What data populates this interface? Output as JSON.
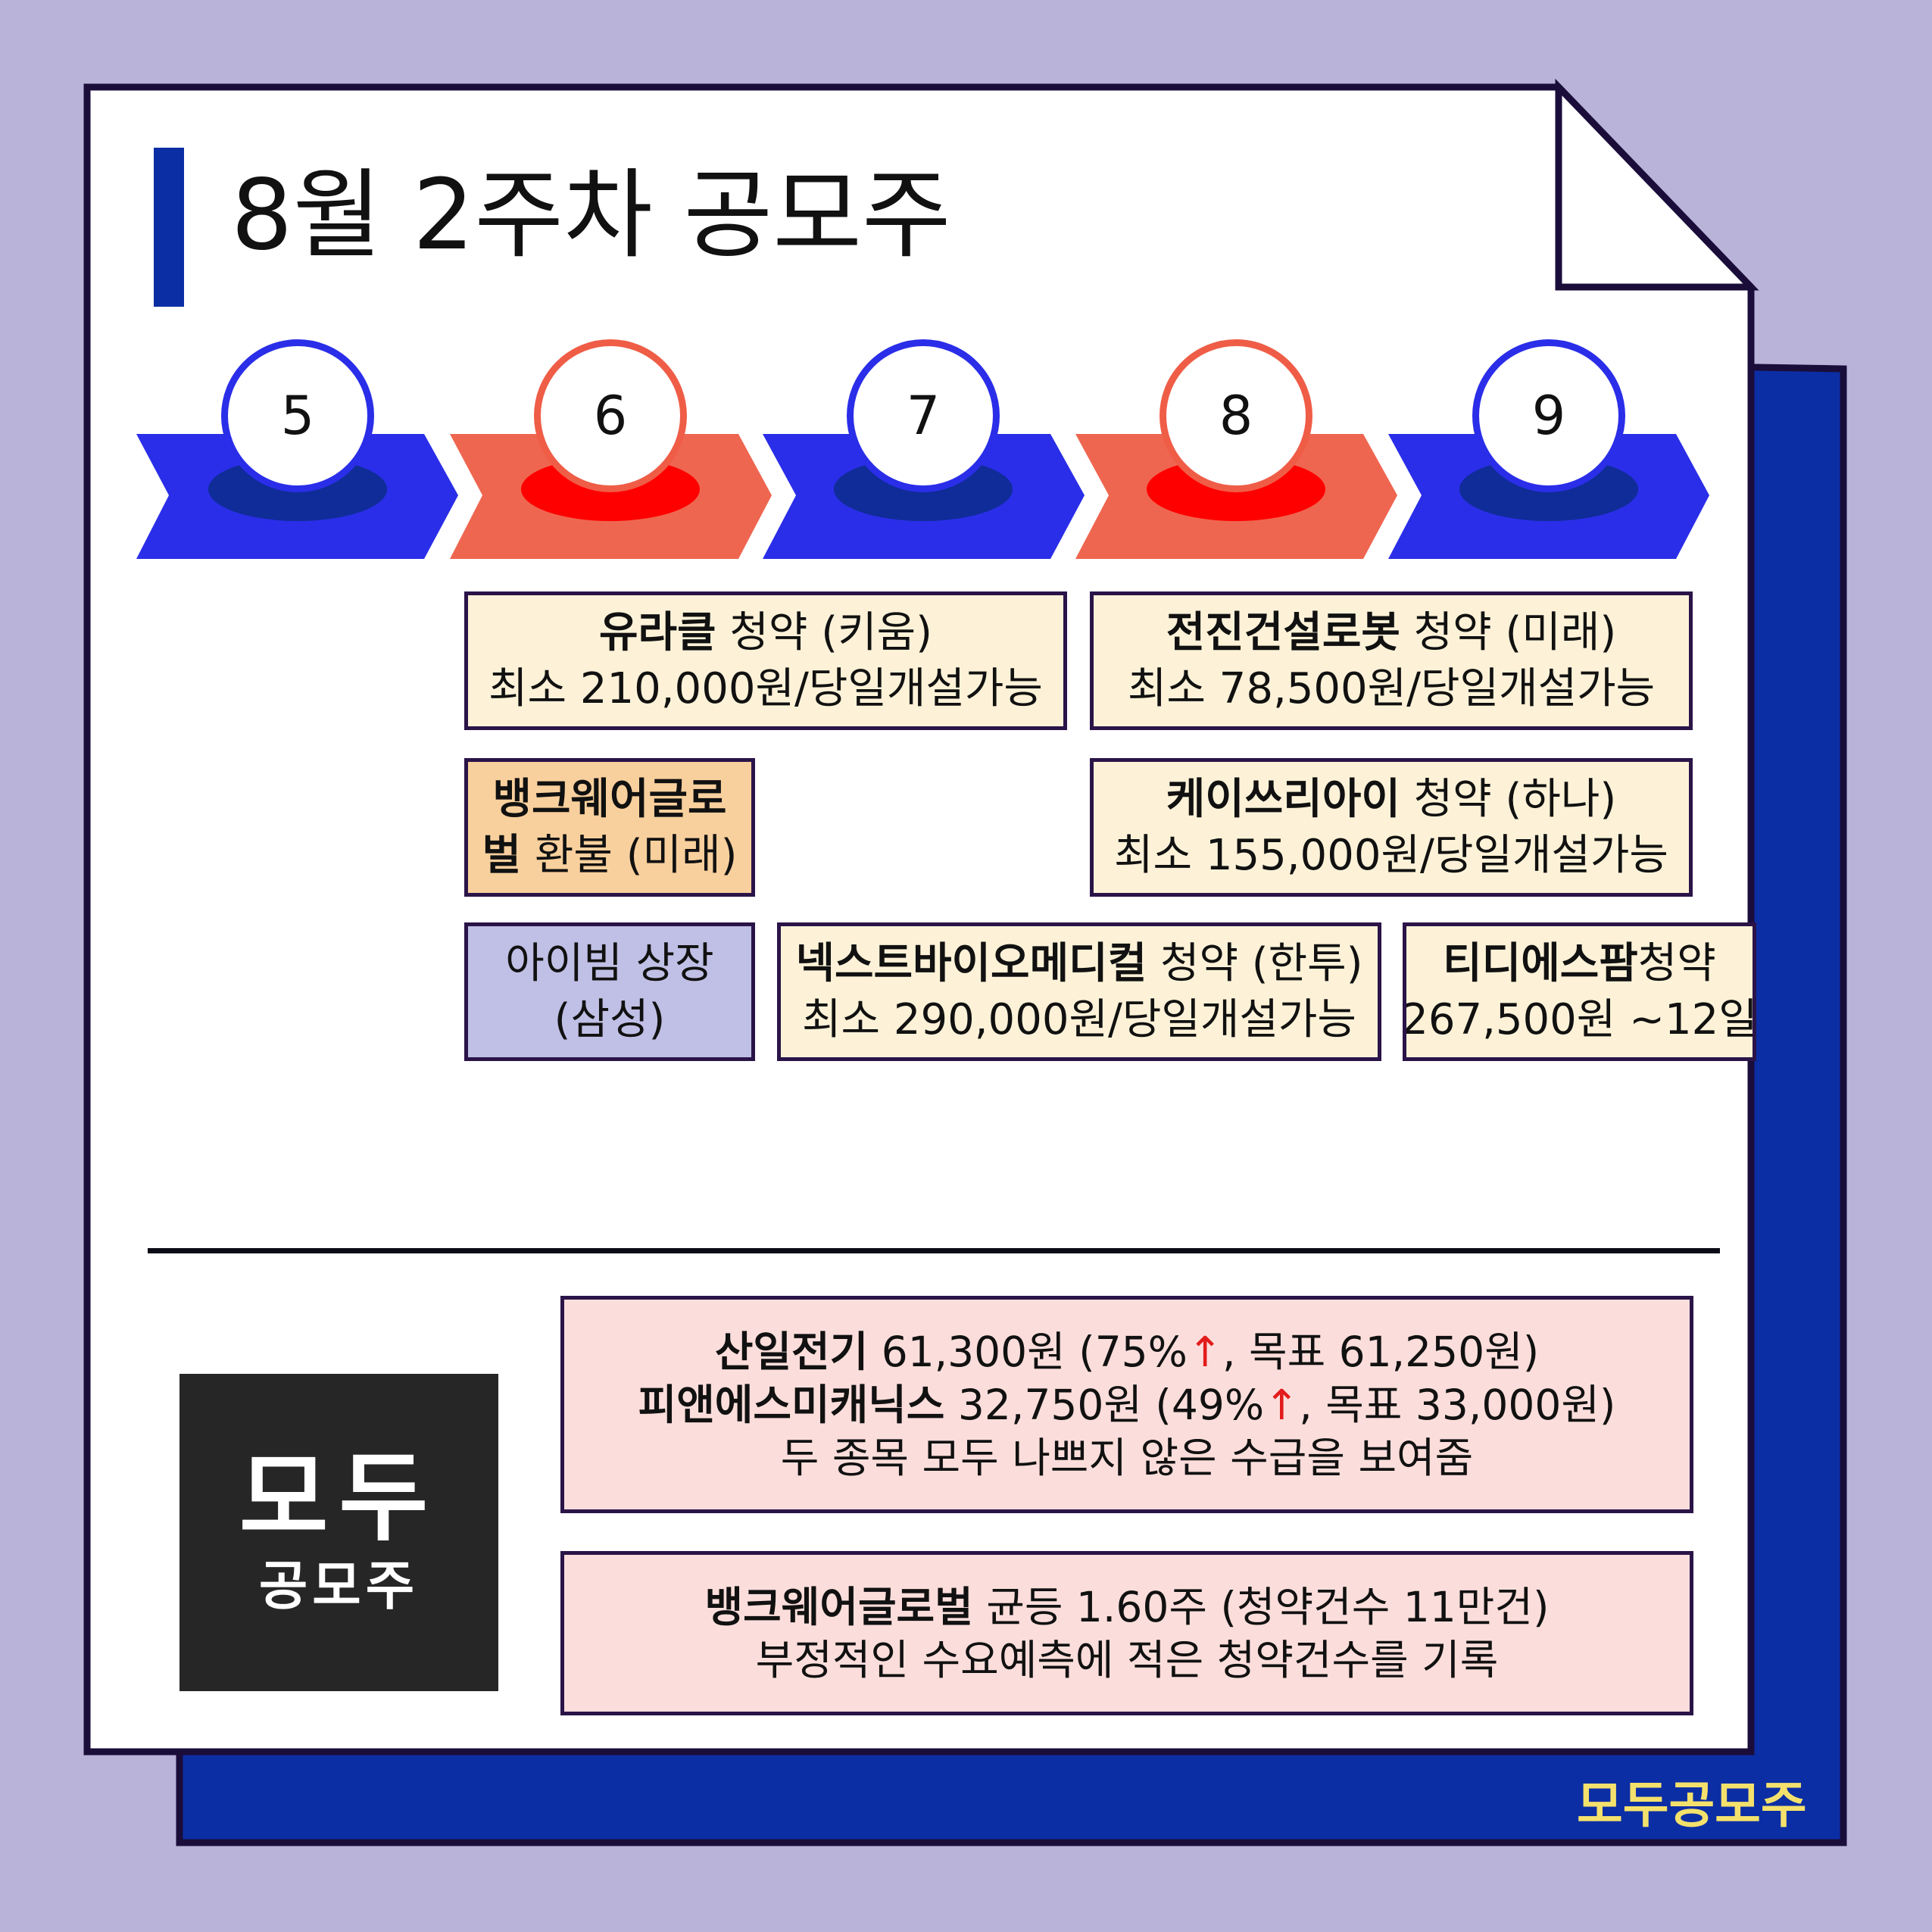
{
  "title": "8월 2주차 공모주",
  "days": [
    "5",
    "6",
    "7",
    "8",
    "9"
  ],
  "colors": {
    "blue": "#2a2ee8",
    "red": "#ef5d47",
    "navy": "#0c2ea4"
  },
  "events": {
    "yuracle": {
      "name": "유라클",
      "rest": " 청약 (키움)",
      "line2": "최소 210,000원/당일개설가능"
    },
    "jeonjin": {
      "name": "전진건설로봇",
      "rest": " 청약 (미래)",
      "line2": "최소 78,500원/당일개설가능"
    },
    "bankware": {
      "name_a": "뱅크웨어글로",
      "name_b": "벌",
      "rest": " 환불 (미래)"
    },
    "k3i": {
      "name": "케이쓰리아이",
      "rest": " 청약 (하나)",
      "line2": "최소 155,000원/당일개설가능"
    },
    "ibeam": {
      "line1": "아이빔 상장",
      "line2": "(삼성)"
    },
    "nextbio": {
      "name": "넥스트바이오메디컬",
      "rest": " 청약 (한투)",
      "line2": "최소 290,000원/당일개설가능"
    },
    "tds": {
      "name": "티디에스팜",
      "rest": "청약",
      "line2": "267,500원 ~12일"
    }
  },
  "summary1": {
    "l1_name": "산일전기",
    "l1_mid": " 61,300원 (75%",
    "l1_arrow": "↑",
    "l1_end": ", 목표 61,250원)",
    "l2_name": "피앤에스미캐닉스",
    "l2_mid": " 32,750원 (49%",
    "l2_arrow": "↑",
    "l2_end": ", 목표 33,000원)",
    "l3": "두 종목 모두 나쁘지 않은 수급을 보여줌"
  },
  "summary2": {
    "l1_name": "뱅크웨어글로벌",
    "l1_rest": " 균등 1.60주 (청약건수 11만건)",
    "l2": "부정적인 수요예측에 적은 청약건수를 기록"
  },
  "logo": {
    "big": "모두",
    "small": "공모주"
  },
  "brand": "모두공모주"
}
